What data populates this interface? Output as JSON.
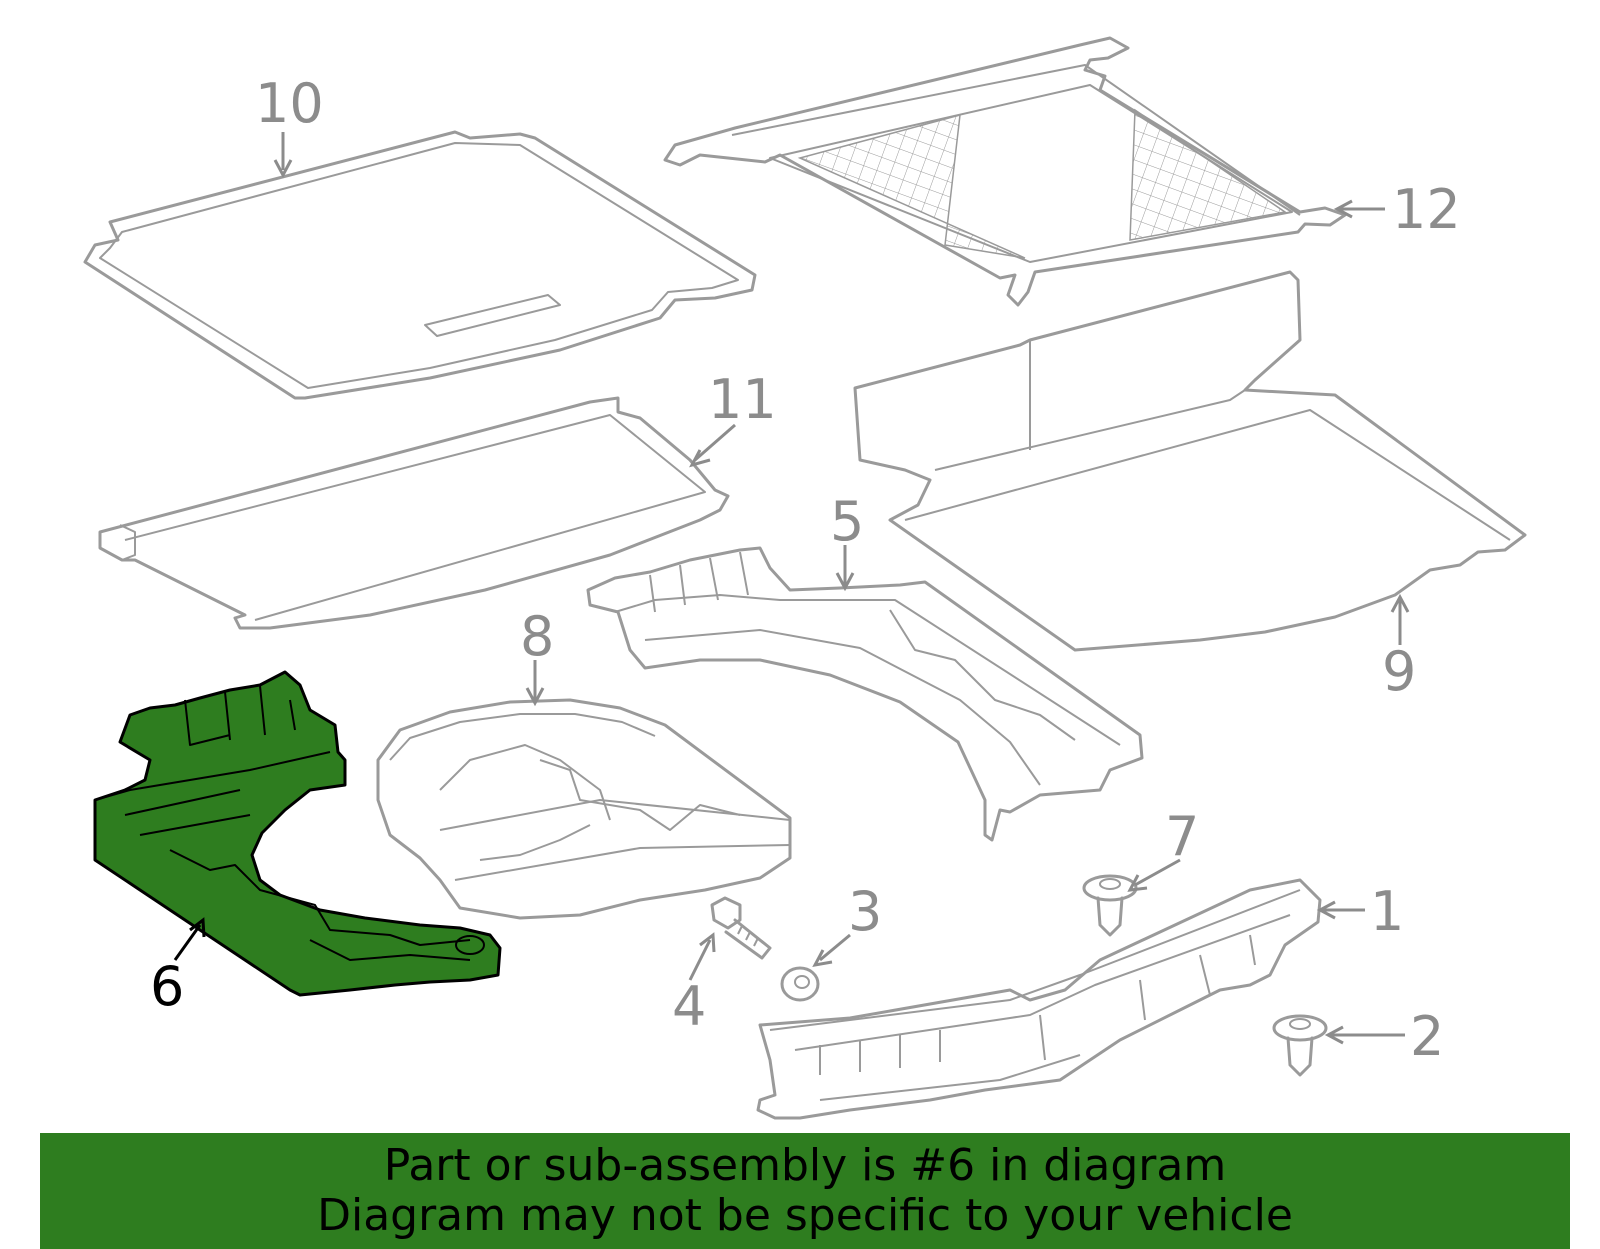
{
  "diagram": {
    "callouts": {
      "c1": "1",
      "c2": "2",
      "c3": "3",
      "c4": "4",
      "c5": "5",
      "c6": "6",
      "c7": "7",
      "c8": "8",
      "c9": "9",
      "c10": "10",
      "c11": "11",
      "c12": "12"
    },
    "highlight_part": "6",
    "colors": {
      "highlight": "#2e7d1f",
      "line": "#9a9a9a",
      "label": "#8c8c8c"
    }
  },
  "banner": {
    "line1": "Part or sub-assembly is #6 in diagram",
    "line2": "Diagram may not be specific to your vehicle"
  }
}
